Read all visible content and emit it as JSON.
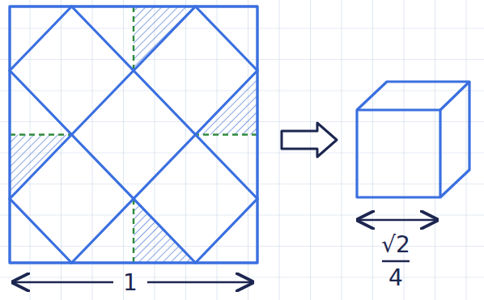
{
  "diagram": {
    "labels": [
      "1",
      "√2",
      "4"
    ]
  }
}
